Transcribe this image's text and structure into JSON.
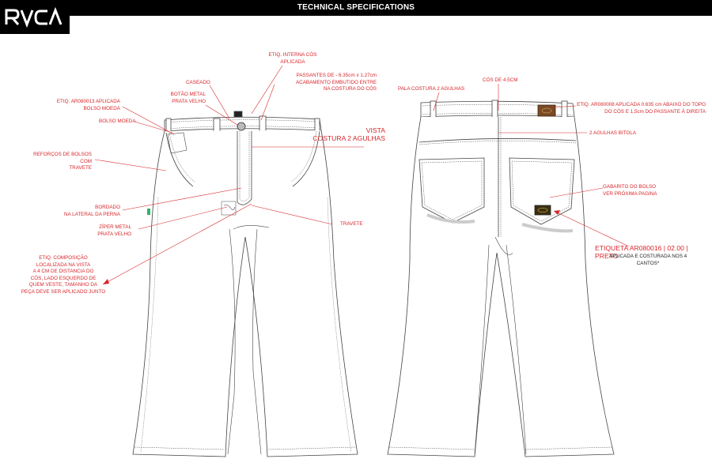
{
  "header": {
    "logo_text": "RVCA",
    "title": "TECHNICAL SPECIFICATIONS"
  },
  "colors": {
    "annotation": "#d8262b",
    "line": "#222222",
    "header_bg": "#000000",
    "header_text": "#ffffff"
  },
  "front_labels": {
    "etiq_interna": "ETIQ. INTERNA CÓS\nAPLICADA",
    "caseado": "CASEADO",
    "passantes": "PASSANTES DE - 6.35cm x 1.27cm\nACABAMENTO EMBUTIDO ENTRE\nNA COSTURA DO CÓS",
    "botao": "BOTÃO METAL\nPRATA VELHO",
    "etiq_bolso": "ETIQ. AR080013 APLICADA\nBOLSO MOEDA",
    "bolso_moeda": "BOLSO MOEDA",
    "vista": "VISTA\nCOSTURA 2 AGULHAS",
    "reforcos": "REFORÇOS DE BOLSOS COM\nTRAVETE",
    "bordado": "BORDADO\nNA LATERAL DA PERNA",
    "ziper": "ZÍPER METAL\nPRATA VELHO",
    "travete": "TRAVETE",
    "etiq_composicao": "ETIQ. COMPOSIÇÃO\nLOCALIZADA NA VISTA\nA 4 CM DE DISTANCIA DO\nCÓS, LADO ESQUERDO DE\nQUEM VESTE, TAMANHO DA\nPEÇA DEVE SER APLICADO JUNTO"
  },
  "back_labels": {
    "cos": "CÓS DE 4.5CM",
    "pala": "PALA COSTURA 2 AGULHAS",
    "etiq_topo": "ETIQ. AR080008 APLICADA 0.635 cm ABAIXO DO TOPO\nDO CÓS E 1,5cm DO PASSANTE À DIREITA",
    "agulhas_bitola": "2 AGULHAS BITOLA",
    "gabarito": "GABARITO DO BOLSO\nVER PRÓXIMA PAGINA",
    "etiqueta_title": "ETIQUETA AR080016 | 02.00 | PRETO",
    "etiqueta_sub": "APLICADA E COSTURADA NOS 4\nCANTOS*"
  }
}
